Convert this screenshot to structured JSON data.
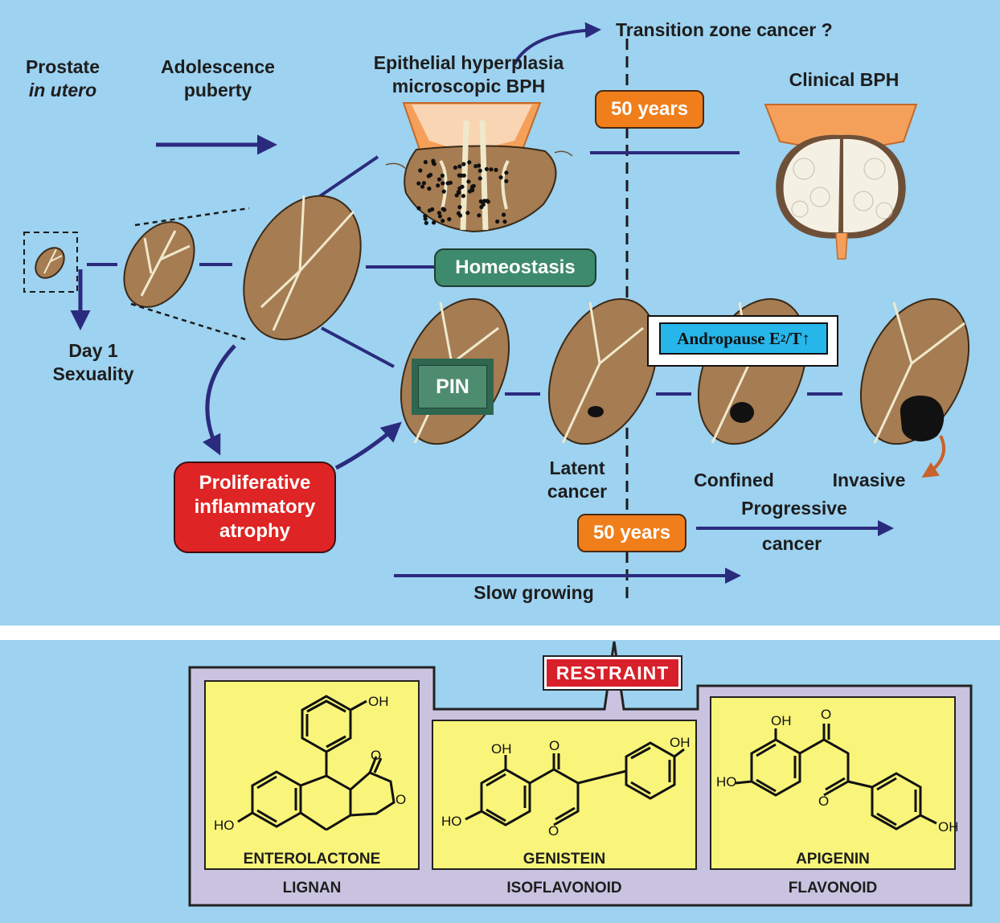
{
  "labels": {
    "prostate": "Prostate",
    "in_utero": "in utero",
    "adolescence": "Adolescence",
    "puberty": "puberty",
    "epithelial": "Epithelial hyperplasia",
    "microscopic_bph": "microscopic BPH",
    "transition": "Transition zone cancer ?",
    "clinical_bph": "Clinical BPH",
    "years_top": "50 years",
    "homeostasis": "Homeostasis",
    "day1": "Day 1",
    "sexuality": "Sexuality",
    "pin": "PIN",
    "andropause": "Andropause E",
    "andro_sub": "2",
    "andro_tail": "/T↑",
    "proliferative": "Proliferative",
    "inflammatory": "inflammatory",
    "atrophy": "atrophy",
    "latent": "Latent",
    "latent_cancer": "cancer",
    "confined": "Confined",
    "invasive": "Invasive",
    "progressive": "Progressive",
    "progressive_cancer": "cancer",
    "years_bottom": "50 years",
    "slow_growing": "Slow growing"
  },
  "restraint": "RESTRAINT",
  "compounds": [
    {
      "name": "ENTEROLACTONE",
      "class": "LIGNAN"
    },
    {
      "name": "GENISTEIN",
      "class": "ISOFLAVONOID"
    },
    {
      "name": "APIGENIN",
      "class": "FLAVONOID"
    }
  ],
  "chem_labels": {
    "oh": "OH",
    "ho": "HO",
    "o": "O"
  },
  "colors": {
    "background": "#9dd2f0",
    "arrow": "#2b2b7e",
    "prostate_tissue": "#a67c52",
    "orange_box": "#ef7e1b",
    "green_box": "#3e8a6d",
    "red_box": "#de2424",
    "card_yellow": "#f8f57a",
    "frame_lavender": "#c9c3e0"
  }
}
